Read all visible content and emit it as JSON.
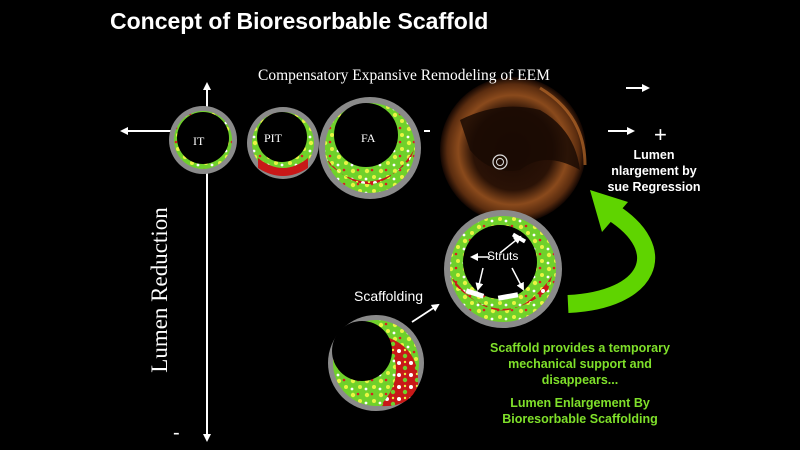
{
  "title": "Concept of Bioresorbable Scaffold",
  "subtitle": "Compensatory Expansive Remodeling of EEM",
  "stage_labels": {
    "it": "IT",
    "pit": "PIT",
    "fa": "FA"
  },
  "y_axis_label": "Lumen Reduction",
  "minus_symbol": "-",
  "plus_symbol": "+",
  "lumen_enlargement_lines": [
    "Lumen",
    "nlargement by",
    "sue Regression"
  ],
  "scaffolding_label": "Scaffolding",
  "struts_label": "Struts",
  "scaffold_note_lines": [
    "Scaffold provides a temporary",
    "mechanical support and",
    "disappears..."
  ],
  "bioresorbable_note_lines": [
    "Lumen Enlargement  By",
    "Bioresorbable Scaffolding"
  ],
  "colors": {
    "background": "#000000",
    "text": "#ffffff",
    "accent_green": "#7fe02a",
    "vessel_gray": "#8a8a8a",
    "tissue_green": "#6fd12b",
    "tissue_yellow": "#e8f542",
    "tissue_red": "#d91f1f",
    "oct_brown": "#8a4a1c"
  }
}
